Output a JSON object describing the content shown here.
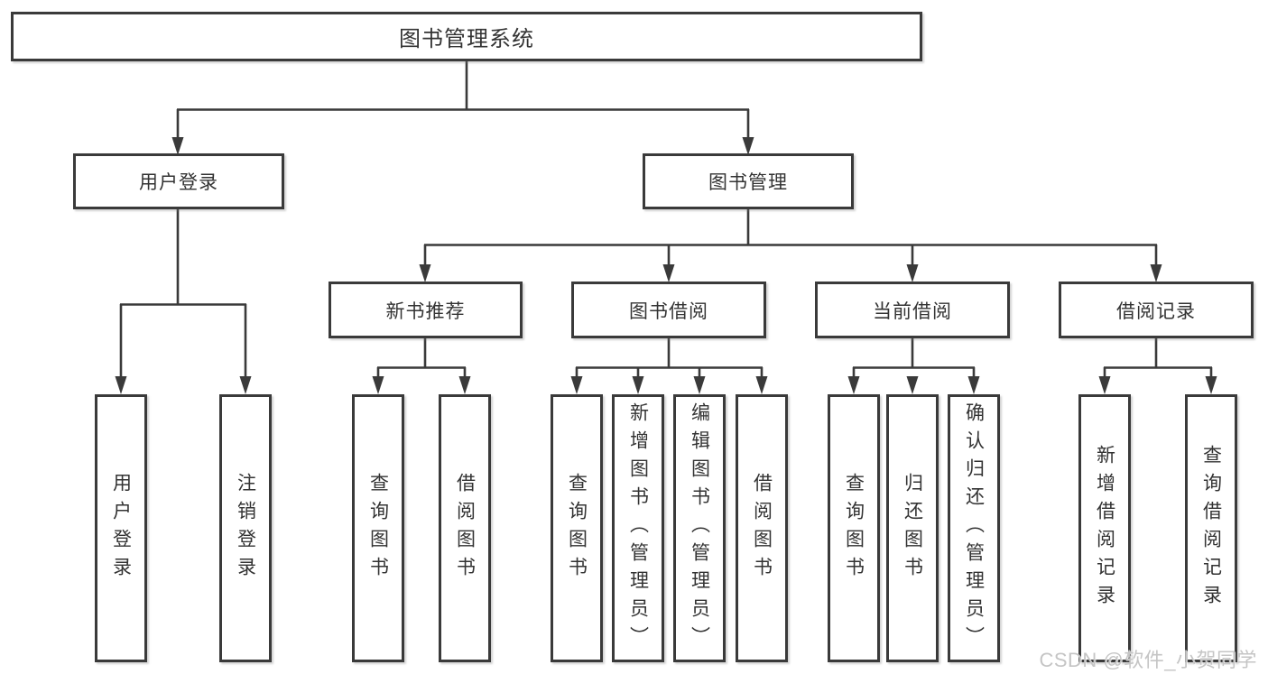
{
  "tree": {
    "root": {
      "label": "图书管理系统",
      "children": [
        {
          "label": "用户登录",
          "children": [
            {
              "label": "用户登录"
            },
            {
              "label": "注销登录"
            }
          ]
        },
        {
          "label": "图书管理",
          "children": [
            {
              "label": "新书推荐",
              "children": [
                {
                  "label": "查询图书"
                },
                {
                  "label": "借阅图书"
                }
              ]
            },
            {
              "label": "图书借阅",
              "children": [
                {
                  "label": "查询图书"
                },
                {
                  "label": "新增图书（管理员）"
                },
                {
                  "label": "编辑图书（管理员）"
                },
                {
                  "label": "借阅图书"
                }
              ]
            },
            {
              "label": "当前借阅",
              "children": [
                {
                  "label": "查询图书"
                },
                {
                  "label": "归还图书"
                },
                {
                  "label": "确认归还（管理员）"
                }
              ]
            },
            {
              "label": "借阅记录",
              "children": [
                {
                  "label": "新增借阅记录"
                },
                {
                  "label": "查询借阅记录"
                }
              ]
            }
          ]
        }
      ]
    }
  },
  "watermark": {
    "text": "CSDN @软件_小贺同学"
  },
  "colors": {
    "line": "#3a3a3a",
    "box_border": "#3a3a3a",
    "box_fill": "#ffffff",
    "label_text": "#333333",
    "watermark": "#c5c5c5",
    "background": "#ffffff"
  }
}
